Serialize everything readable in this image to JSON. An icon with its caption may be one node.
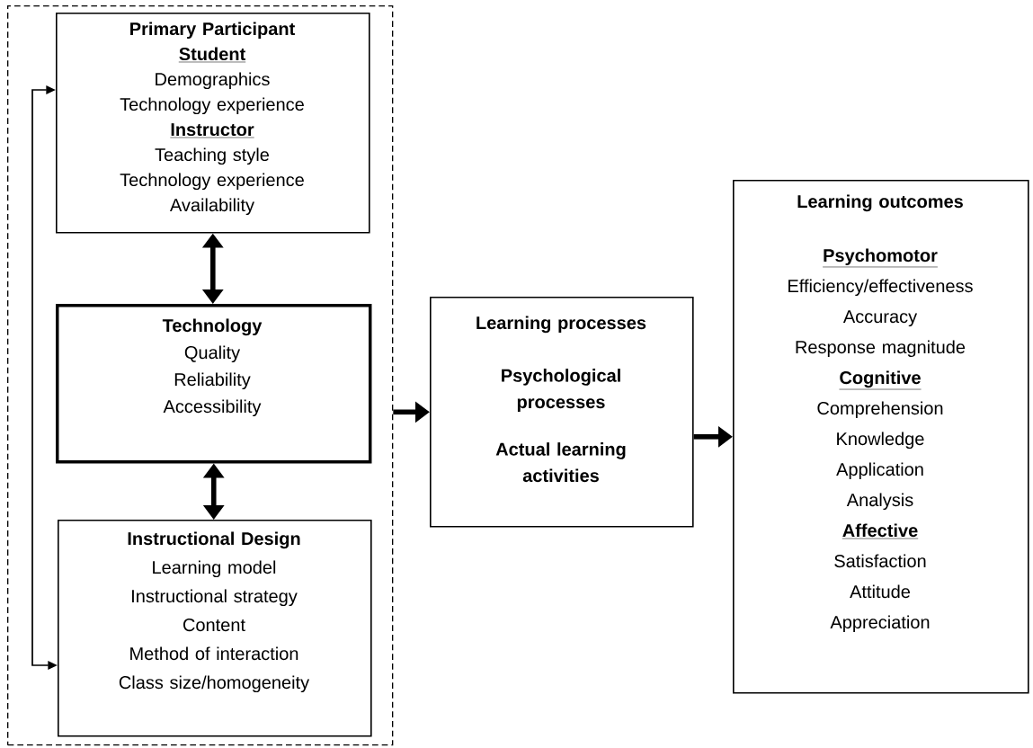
{
  "diagram": {
    "nodes": [
      {
        "text": [],
        "shape": "box"
      },
      {
        "text": [
          "Primary Participant",
          "Student",
          "Demographics",
          "Technology experience",
          "Instructor",
          "Teaching style",
          "Technology experience",
          "Availability"
        ],
        "in": 0
      },
      {
        "text": [
          "Technology",
          "Quality",
          "Reliability",
          "Accessibility"
        ],
        "in": 0
      },
      {
        "text": [
          "Instructional Design",
          "Learning model",
          "Instructional strategy",
          "Content",
          "Method of interaction",
          "Class size/homogeneity"
        ],
        "in": 0
      },
      {
        "text": [
          "Learning processes",
          "Psychological processes",
          "Actual learning activities"
        ]
      },
      {
        "text": [
          "Learning outcomes",
          "Psychomotor",
          "Efficiency/effectiveness",
          "Accuracy",
          "Response magnitude",
          "Cognitive",
          "Comprehension",
          "Knowledge",
          "Application",
          "Analysis",
          "Affective",
          "Satisfaction",
          "Attitude",
          "Appreciation"
        ]
      }
    ],
    "edges": [
      {
        "from": 1,
        "to": 2,
        "arrow": "both"
      },
      {
        "from": 2,
        "to": 3,
        "arrow": "both"
      },
      {
        "from": 1,
        "to": 3,
        "arrow": "both"
      },
      {
        "from": 0,
        "to": 4,
        "arrow": "to"
      },
      {
        "from": 4,
        "to": 5,
        "arrow": "to"
      }
    ]
  }
}
